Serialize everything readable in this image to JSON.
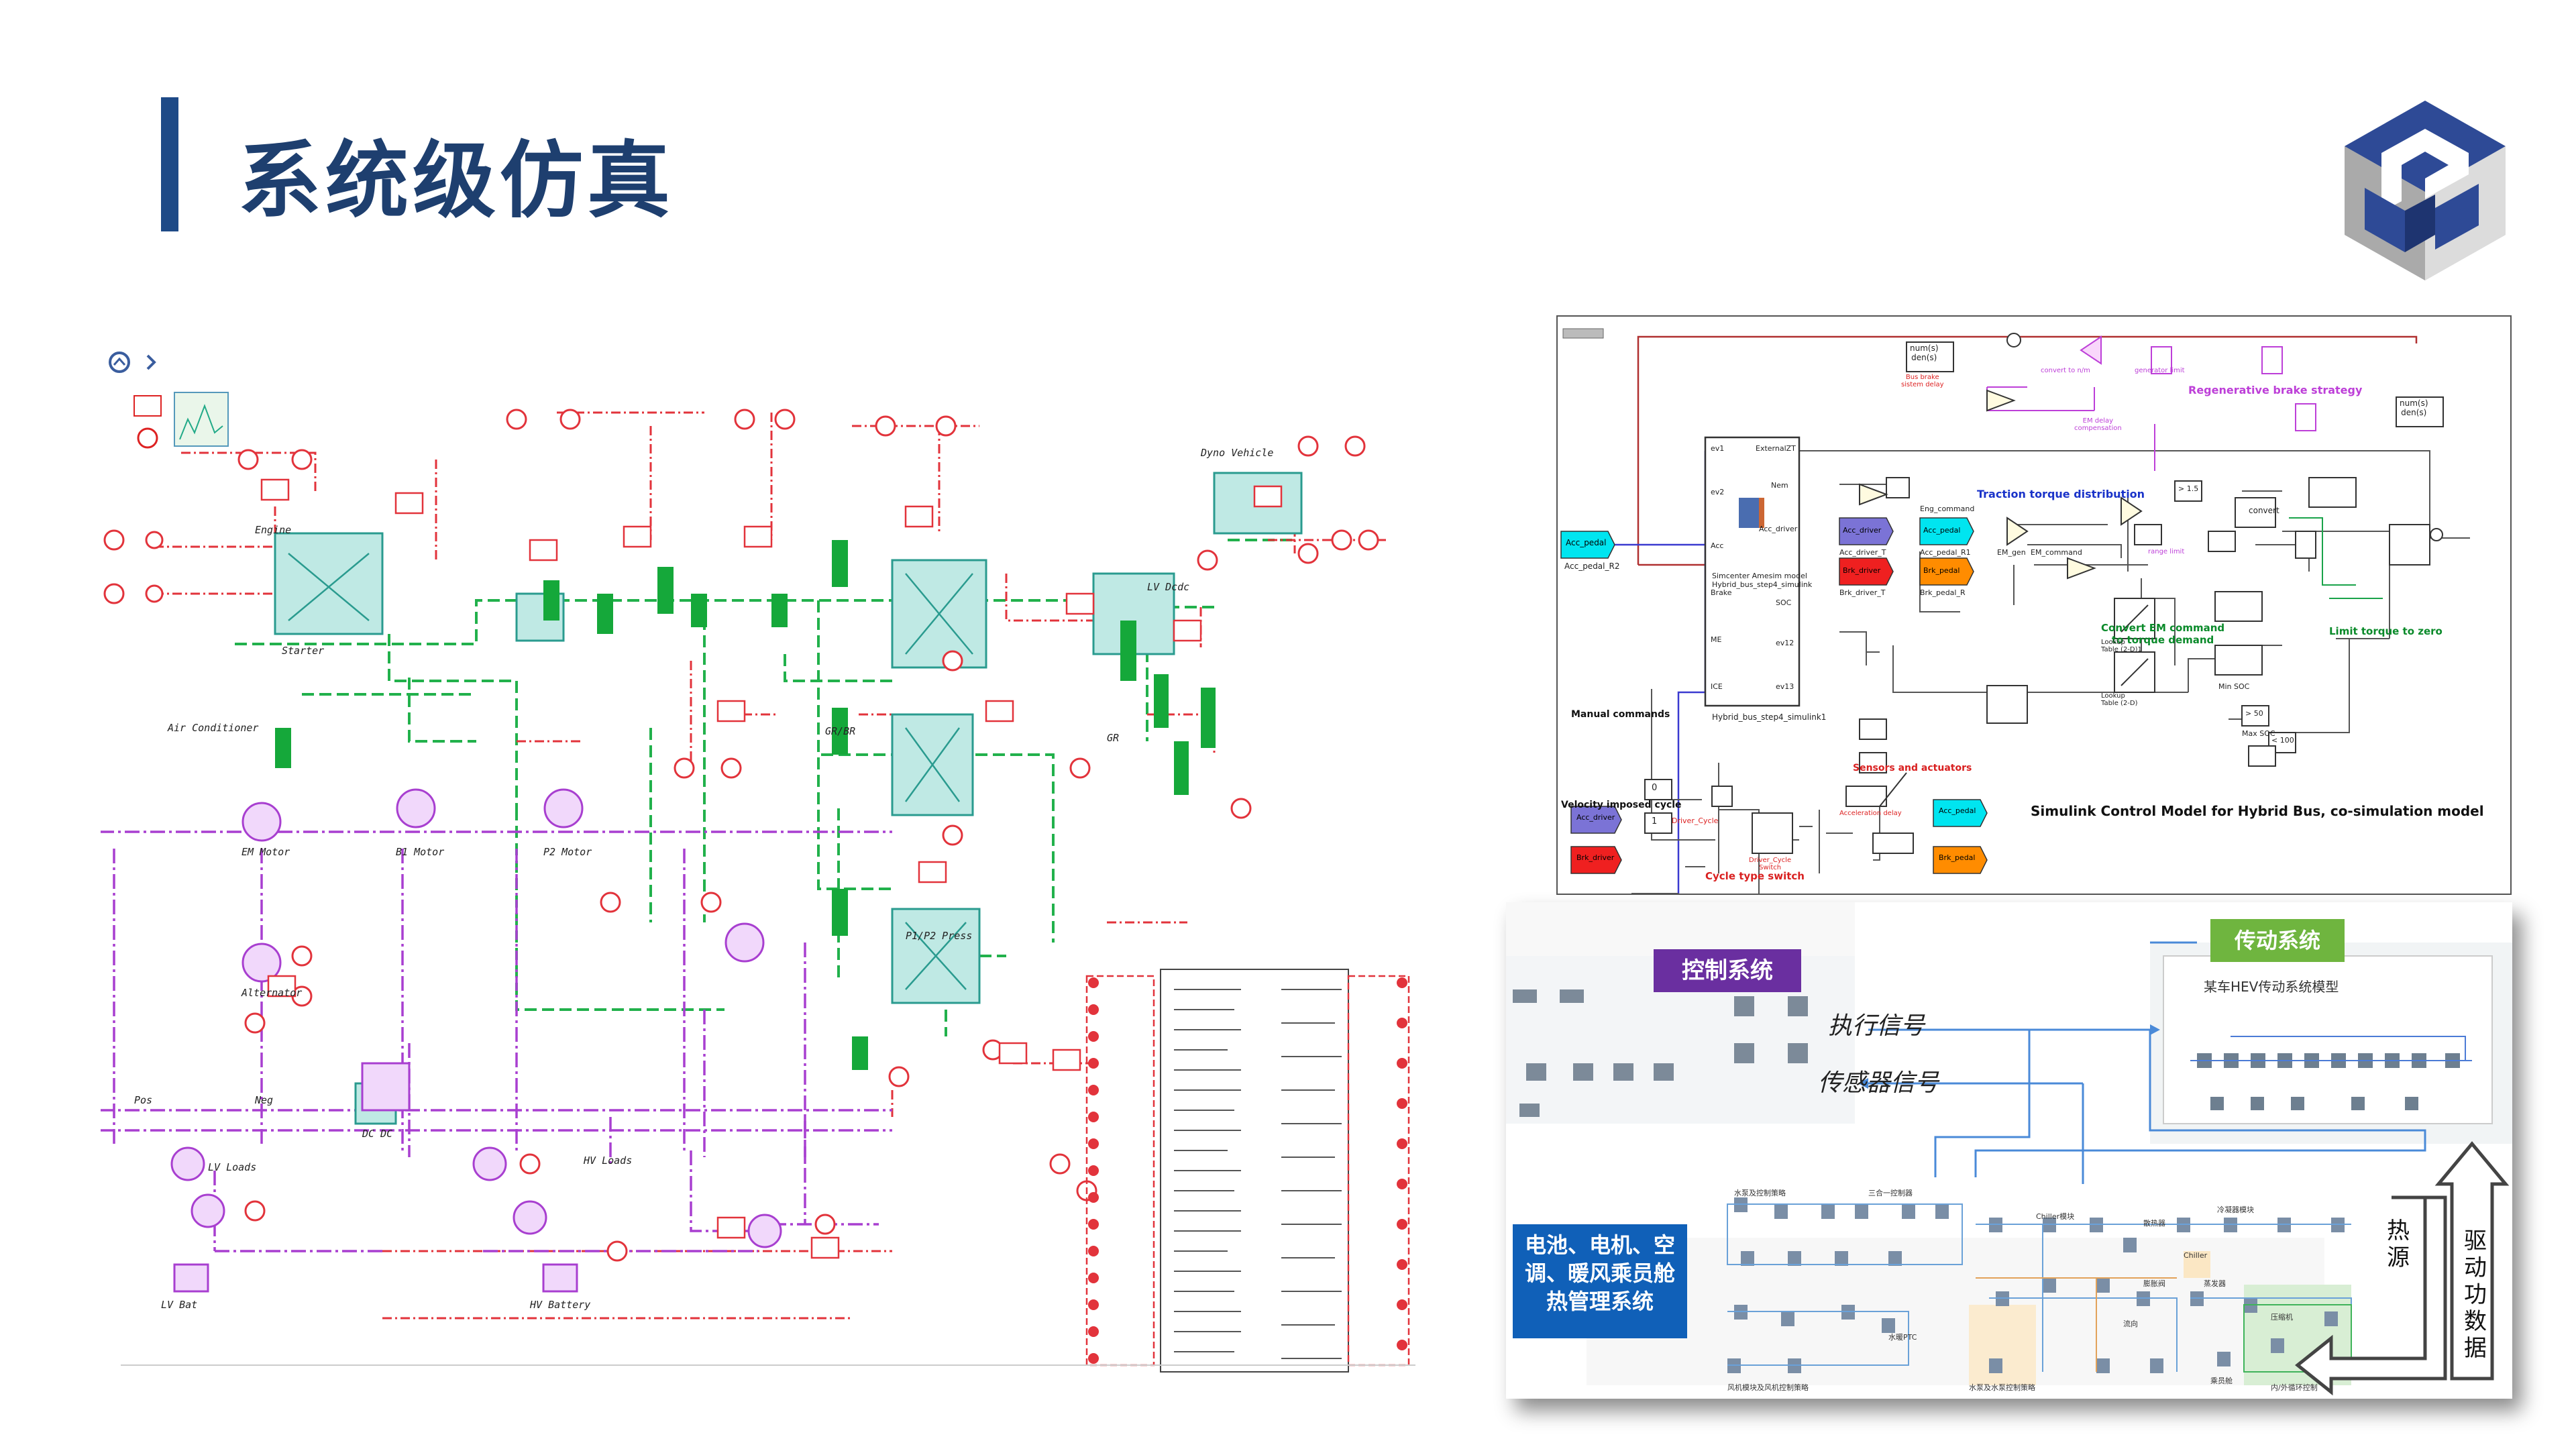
{
  "page": {
    "title": "系统级仿真"
  },
  "amesim": {
    "labels": [
      "Dyno Vehicle",
      "Engine",
      "Starter",
      "Air Conditioner",
      "GR/BR",
      "GR",
      "LV Dcdc",
      "EM Motor",
      "B1 Motor",
      "P2 Motor",
      "P1/P2 Press",
      "Alternator",
      "DC DC",
      "LV Loads",
      "HV Loads",
      "LV Bat",
      "HV Battery",
      "Pos",
      "Neg"
    ]
  },
  "simulink": {
    "title": "Simulink Control Model for Hybrid Bus, co-simulation model",
    "regen": "Regenerative brake strategy",
    "traction": "Traction torque distribution",
    "convert_em": "Convert EM command\nto torque demand",
    "limit": "Limit torque to zero",
    "sensors": "Sensors and actuators",
    "manual": "Manual commands",
    "velocity": "Velocity imposed cycle",
    "cycle_switch": "Cycle type switch",
    "acc_pedal": "Acc_pedal",
    "acc_pedal_r2": "Acc_pedal_R2",
    "acc_driver": "Acc_driver",
    "acc_driver_t": "Acc_driver_T",
    "brk_driver": "Brk_driver",
    "brk_driver_t": "Brk_driver_T",
    "acc_pedal_r1": "Acc_pedal_R1",
    "brk_pedal": "Brk_pedal",
    "brk_pedal_r": "Brk_pedal_R",
    "eng_command": "Eng_command",
    "em_gen": "EM_gen",
    "em_command": "EM_command",
    "block_name": "Hybrid_bus_step4_simulink1",
    "block_text": "Simcenter Amesim model\nHybrid_bus_step4_simulink",
    "ports_in": [
      "ev1",
      "ev2",
      "Acc",
      "Brake",
      "ME",
      "ICE"
    ],
    "ports_out": [
      "ExternalZT",
      "Nem",
      "Acc_driver",
      "SOC",
      "ev12",
      "ev13"
    ],
    "convert": "convert",
    "lookup1": "Lookup\nTable (2-D)1",
    "lookup2": "Lookup\nTable (2-D)",
    "max_soc": "Max SOC",
    "min_soc": "Min SOC",
    "bus_brake": "Bus brake\nsistem delay",
    "convert_nm": "convert to n/m",
    "generator_limit": "generator limit",
    "em_delay": "EM delay\ncompensation",
    "range_limit": "range limit",
    "driver_cycle": "Driver_Cycle",
    "driver_cycle_switch": "Driver_Cycle\nSwitch",
    "accel_delay": "Acceleration delay",
    "num_den": "num(s)\nden(s)",
    "zero": "0",
    "one": "1",
    "g15": "> 1.5",
    "g50": "> 50",
    "g100": "< 100"
  },
  "thermal": {
    "control": "控制系统",
    "transmission": "传动系统",
    "exec_signal": "执行信号",
    "sensor_signal": "传感器信号",
    "battery": "电池、电机、空调、暖风乘员舱热管理系统",
    "heat_source": "热源",
    "drive_data": "驱动功数据",
    "trans_sub": "某车HEV传动系统模型",
    "chiller": "Chiller",
    "pump_ctrl": "水泵及控制策略",
    "three_way": "三合一控制器",
    "ptc": "水暖PTC",
    "radiator": "散热器",
    "compressor": "压缩机",
    "valve_ctrl": "内/外循环控制",
    "fan_ctrl": "风机模块及风机控制策略",
    "pump_ctrl2": "水泵及水泵控制策略",
    "chiller_mod": "Chiller模块",
    "cond": "冷凝器模块",
    "evap": "蒸发器",
    "expand": "膨胀阀",
    "flow": "流向",
    "cabin": "乘员舱"
  },
  "colors": {
    "brand_blue": "#1e4a87",
    "control_purple": "#6a2fa0",
    "trans_green": "#6fb53f",
    "battery_blue": "#1060b8"
  }
}
